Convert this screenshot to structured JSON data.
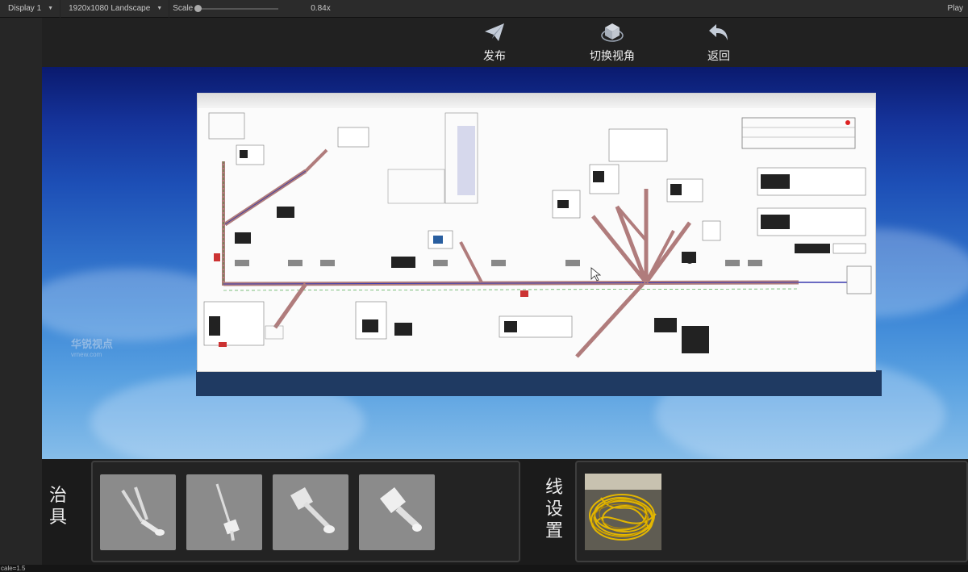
{
  "editor": {
    "display": "Display 1",
    "resolution": "1920x1080 Landscape",
    "scale_label": "Scale",
    "scale_value": "0.84x",
    "play_label": "Play"
  },
  "toolbar": {
    "publish": "发布",
    "switch_view": "切换视角",
    "back": "返回"
  },
  "panels": {
    "fixture_label": [
      "治",
      "具"
    ],
    "wire_label": [
      "线",
      "设",
      "置"
    ]
  },
  "watermark": {
    "brand": "华锐视点",
    "site": "vrnew.com"
  },
  "status": "cale=1.5",
  "icons": {
    "publish": "paper-plane-icon",
    "switch_view": "view-cube-icon",
    "back": "back-arrow-icon"
  },
  "colors": {
    "toolbar_bg": "#212121",
    "sky_top": "#0a1a6e",
    "sky_bottom": "#86bde9",
    "slot_bg": "#8b8b8b",
    "panel_border": "#3e3e3e"
  }
}
